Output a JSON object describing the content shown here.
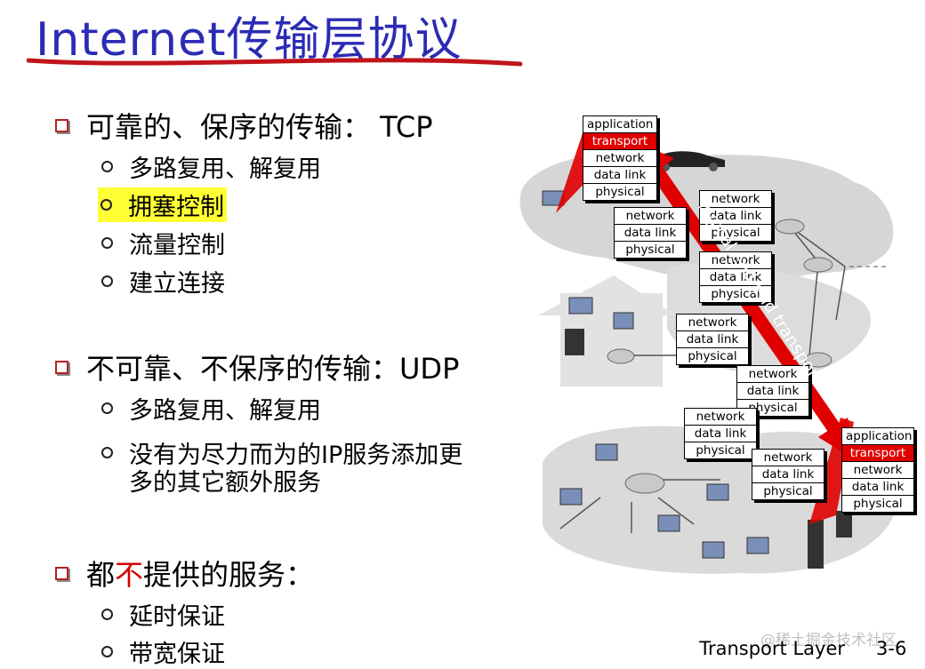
{
  "title": "Internet传输层协议",
  "sections": [
    {
      "text": "可靠的、保序的传输： TCP",
      "items": [
        "多路复用、解复用",
        "拥塞控制",
        "流量控制",
        "建立连接"
      ]
    },
    {
      "text": "不可靠、不保序的传输：UDP",
      "items": [
        "多路复用、解复用",
        "没有为尽力而为的IP服务添加更",
        "多的其它额外服务"
      ]
    },
    {
      "text_pre": "都",
      "text_red": "不",
      "text_post": "提供的服务：",
      "items": [
        "延时保证",
        "带宽保证"
      ]
    }
  ],
  "diagram": {
    "top_stack": [
      "application",
      "transport",
      "network",
      "data link",
      "physical"
    ],
    "bottom_stack": [
      "application",
      "transport",
      "network",
      "data link",
      "physical"
    ],
    "router_stack": [
      "network",
      "data link",
      "physical"
    ],
    "arrow_label": "logical end-end transport"
  },
  "footer": {
    "label": "Transport Layer",
    "page": "3-6",
    "watermark": "@稀土掘金技术社区"
  },
  "colors": {
    "title": "#2b2bb5",
    "bullet_square": "#b22222",
    "highlight": "#ffff33",
    "arrow": "#e00000"
  }
}
